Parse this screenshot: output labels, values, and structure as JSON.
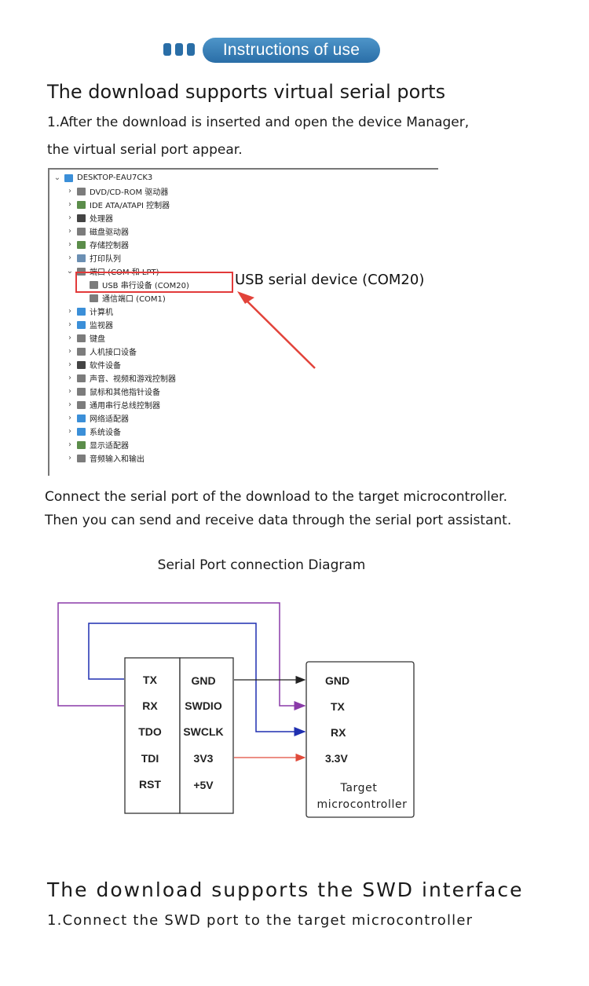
{
  "header": {
    "title": "Instructions of use"
  },
  "section1": {
    "heading": "The download supports virtual serial ports",
    "step_line1": "1.After the download is inserted and open the device Manager,",
    "step_line2": "the virtual serial port appear."
  },
  "device_manager": {
    "root": "DESKTOP-EAU7CK3",
    "items": [
      "DVD/CD-ROM 驱动器",
      "IDE ATA/ATAPI 控制器",
      "处理器",
      "磁盘驱动器",
      "存储控制器",
      "打印队列",
      "端口 (COM 和 LPT)",
      "USB 串行设备 (COM20)",
      "通信端口 (COM1)",
      "计算机",
      "监视器",
      "键盘",
      "人机接口设备",
      "软件设备",
      "声音、视频和游戏控制器",
      "鼠标和其他指针设备",
      "通用串行总线控制器",
      "网络适配器",
      "系统设备",
      "显示适配器",
      "音频输入和输出"
    ],
    "callout": "USB serial device (COM20)"
  },
  "connect_text": {
    "line1": "Connect the serial port of the download to the target microcontroller.",
    "line2": "Then you can send and receive data through the serial port assistant."
  },
  "diagram": {
    "title": "Serial Port connection Diagram",
    "left_pins": [
      "TX",
      "RX",
      "TDO",
      "TDI",
      "RST"
    ],
    "right_pins": [
      "GND",
      "SWDIO",
      "SWCLK",
      "3V3",
      "+5V"
    ],
    "target_pins": [
      "GND",
      "TX",
      "RX",
      "3.3V"
    ],
    "target_label_1": "Target",
    "target_label_2": "microcontroller",
    "colors": {
      "purple": "#8a3aa8",
      "blue": "#1f2fb0",
      "red": "#e04a3a",
      "black": "#222222"
    }
  },
  "section2": {
    "heading": "The download supports the SWD interface",
    "step": "1.Connect the SWD port to the target microcontroller"
  }
}
